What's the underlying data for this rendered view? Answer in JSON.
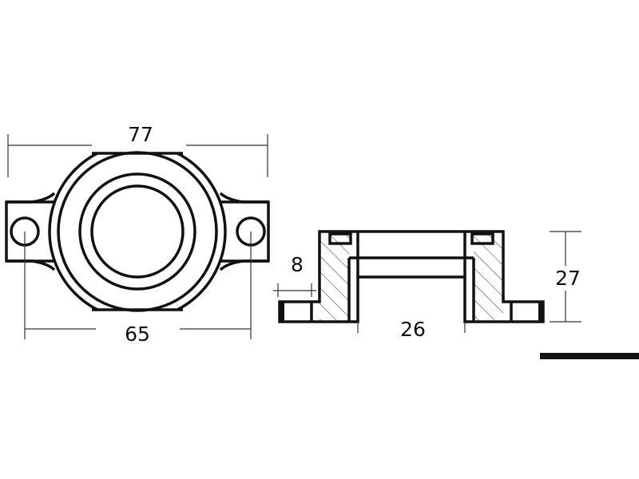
{
  "front_view": {
    "width_dimension": "77",
    "hole_spacing_dimension": "65"
  },
  "side_view": {
    "flange_dimension": "8",
    "bore_dimension": "26",
    "height_dimension": "27"
  },
  "colors": {
    "line": "#111111",
    "background": "#ffffff"
  }
}
